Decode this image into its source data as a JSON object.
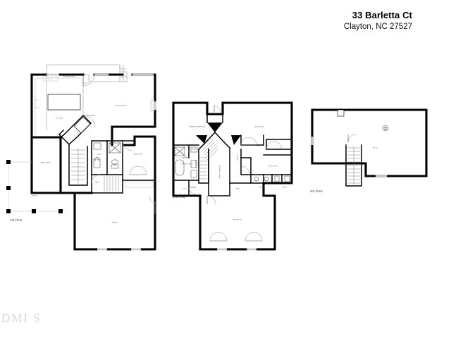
{
  "header": {
    "address_line_1": "33 Barletta Ct",
    "address_line_2": "Clayton, NC 27527"
  },
  "watermark": {
    "text": "DMI S"
  },
  "floors": [
    {
      "id": "floor-1",
      "label": "1st Floor",
      "rooms": [
        {
          "name": "covered-deck",
          "label": "COVERED DECK"
        },
        {
          "name": "kitchen",
          "label": "KITCHEN"
        },
        {
          "name": "living-room",
          "label": "LIVING ROOM"
        },
        {
          "name": "dining-area",
          "label": "DINING AREA"
        },
        {
          "name": "foyer",
          "label": "FOYER"
        },
        {
          "name": "porch",
          "label": "PORCH"
        },
        {
          "name": "bath",
          "label": "BATH"
        },
        {
          "name": "bedroom",
          "label": "BEDROOM"
        },
        {
          "name": "hall",
          "label": "HALL"
        },
        {
          "name": "garage",
          "label": "GARAGE"
        }
      ]
    },
    {
      "id": "floor-2",
      "label": "2nd Floor",
      "rooms": [
        {
          "name": "primary-bedroom",
          "label": "PRIMARY BEDROOM"
        },
        {
          "name": "bedroom-north",
          "label": "BEDROOM"
        },
        {
          "name": "primary-bath",
          "label": "PRIMARY BATH"
        },
        {
          "name": "bath-upper",
          "label": "BATH"
        },
        {
          "name": "wic",
          "label": "W.I.C."
        },
        {
          "name": "open-to-below",
          "label": "OPEN TO BELOW"
        },
        {
          "name": "laundry",
          "label": "LAUNDRY"
        },
        {
          "name": "closet",
          "label": "CLOSET"
        },
        {
          "name": "bedroom-east",
          "label": "BEDROOM"
        },
        {
          "name": "hall",
          "label": "HALL"
        },
        {
          "name": "bath-east",
          "label": "BATH"
        },
        {
          "name": "bath-south",
          "label": "BATH"
        },
        {
          "name": "bedroom-south",
          "label": "BEDROOM"
        }
      ]
    },
    {
      "id": "floor-3",
      "label": "3rd Floor",
      "rooms": [
        {
          "name": "attic",
          "label": "ATTIC"
        }
      ]
    }
  ],
  "colors": {
    "wall": "#000000",
    "label_text": "#3b3b3b",
    "background": "#ffffff",
    "watermark": "#d8d8d8",
    "title": "#000000"
  }
}
